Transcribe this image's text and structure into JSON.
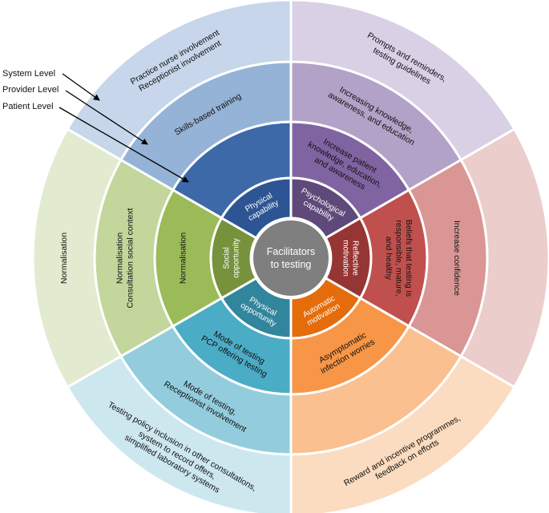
{
  "center": {
    "lines": [
      "Facilitators",
      "to testing"
    ],
    "color": "#7f7f7f"
  },
  "level_labels": [
    "System Level",
    "Provider Level",
    "Patient Level"
  ],
  "sectors": [
    {
      "id": "physical-capability",
      "inner": {
        "lines": [
          "Physical",
          "capability"
        ],
        "color": "#2e5593"
      },
      "patient": {
        "lines": [],
        "color": "#3d69a8"
      },
      "provider": {
        "lines": [
          "Skills-based training"
        ],
        "color": "#95b3d7"
      },
      "system": {
        "lines": [
          "Practice nurse involvement",
          "Receptionist involvement"
        ],
        "color": "#c7d6ea"
      }
    },
    {
      "id": "psychological-capability",
      "inner": {
        "lines": [
          "Psychological",
          "capability"
        ],
        "color": "#5f497a"
      },
      "patient": {
        "lines": [
          "Increase patient",
          "knowledge, education,",
          "and awareness"
        ],
        "color": "#8064a2"
      },
      "provider": {
        "lines": [
          "Increasing knowledge,",
          "awareness, and education"
        ],
        "color": "#b3a2c7"
      },
      "system": {
        "lines": [
          "Prompts and reminders,",
          "testing guidelines"
        ],
        "color": "#d9d0e6"
      }
    },
    {
      "id": "reflective-motivation",
      "inner": {
        "lines": [
          "Reflective",
          "motivation"
        ],
        "color": "#963634"
      },
      "patient": {
        "lines": [
          "Beliefs that testing is",
          "responsible, mature,",
          "and healthy"
        ],
        "color": "#c0504d"
      },
      "provider": {
        "lines": [
          "Increase confidence"
        ],
        "color": "#d99694"
      },
      "system": {
        "lines": [],
        "color": "#ebcdcc"
      }
    },
    {
      "id": "automatic-motivation",
      "inner": {
        "lines": [
          "Automatic",
          "motivation"
        ],
        "color": "#e46c0a"
      },
      "patient": {
        "lines": [
          "Asymptomatic",
          "infection worries"
        ],
        "color": "#f79646"
      },
      "provider": {
        "lines": [],
        "color": "#fac090"
      },
      "system": {
        "lines": [
          "Reward and incentive programmes,",
          "feedback on efforts"
        ],
        "color": "#fcdcc0"
      }
    },
    {
      "id": "physical-opportunity",
      "inner": {
        "lines": [
          "Physical",
          "opportunity"
        ],
        "color": "#31859c"
      },
      "patient": {
        "lines": [
          "Mode of testing",
          "PCP offering testing"
        ],
        "color": "#4bacc6"
      },
      "provider": {
        "lines": [
          "Mode of testing,",
          "Receptionist involvement"
        ],
        "color": "#93cddd"
      },
      "system": {
        "lines": [
          "Testing policy inclusion in other consultations,",
          "system to record offers,",
          "simplified laboratory systems"
        ],
        "color": "#cde7ef"
      }
    },
    {
      "id": "social-opportunity",
      "inner": {
        "lines": [
          "Social",
          "opportunity"
        ],
        "color": "#76923c"
      },
      "patient": {
        "lines": [
          "Normalisation"
        ],
        "color": "#9bbb59"
      },
      "provider": {
        "lines": [
          "Normalisation",
          "Consultation social context"
        ],
        "color": "#c3d69b"
      },
      "system": {
        "lines": [
          "Normalisation"
        ],
        "color": "#e2ebcf"
      }
    }
  ]
}
